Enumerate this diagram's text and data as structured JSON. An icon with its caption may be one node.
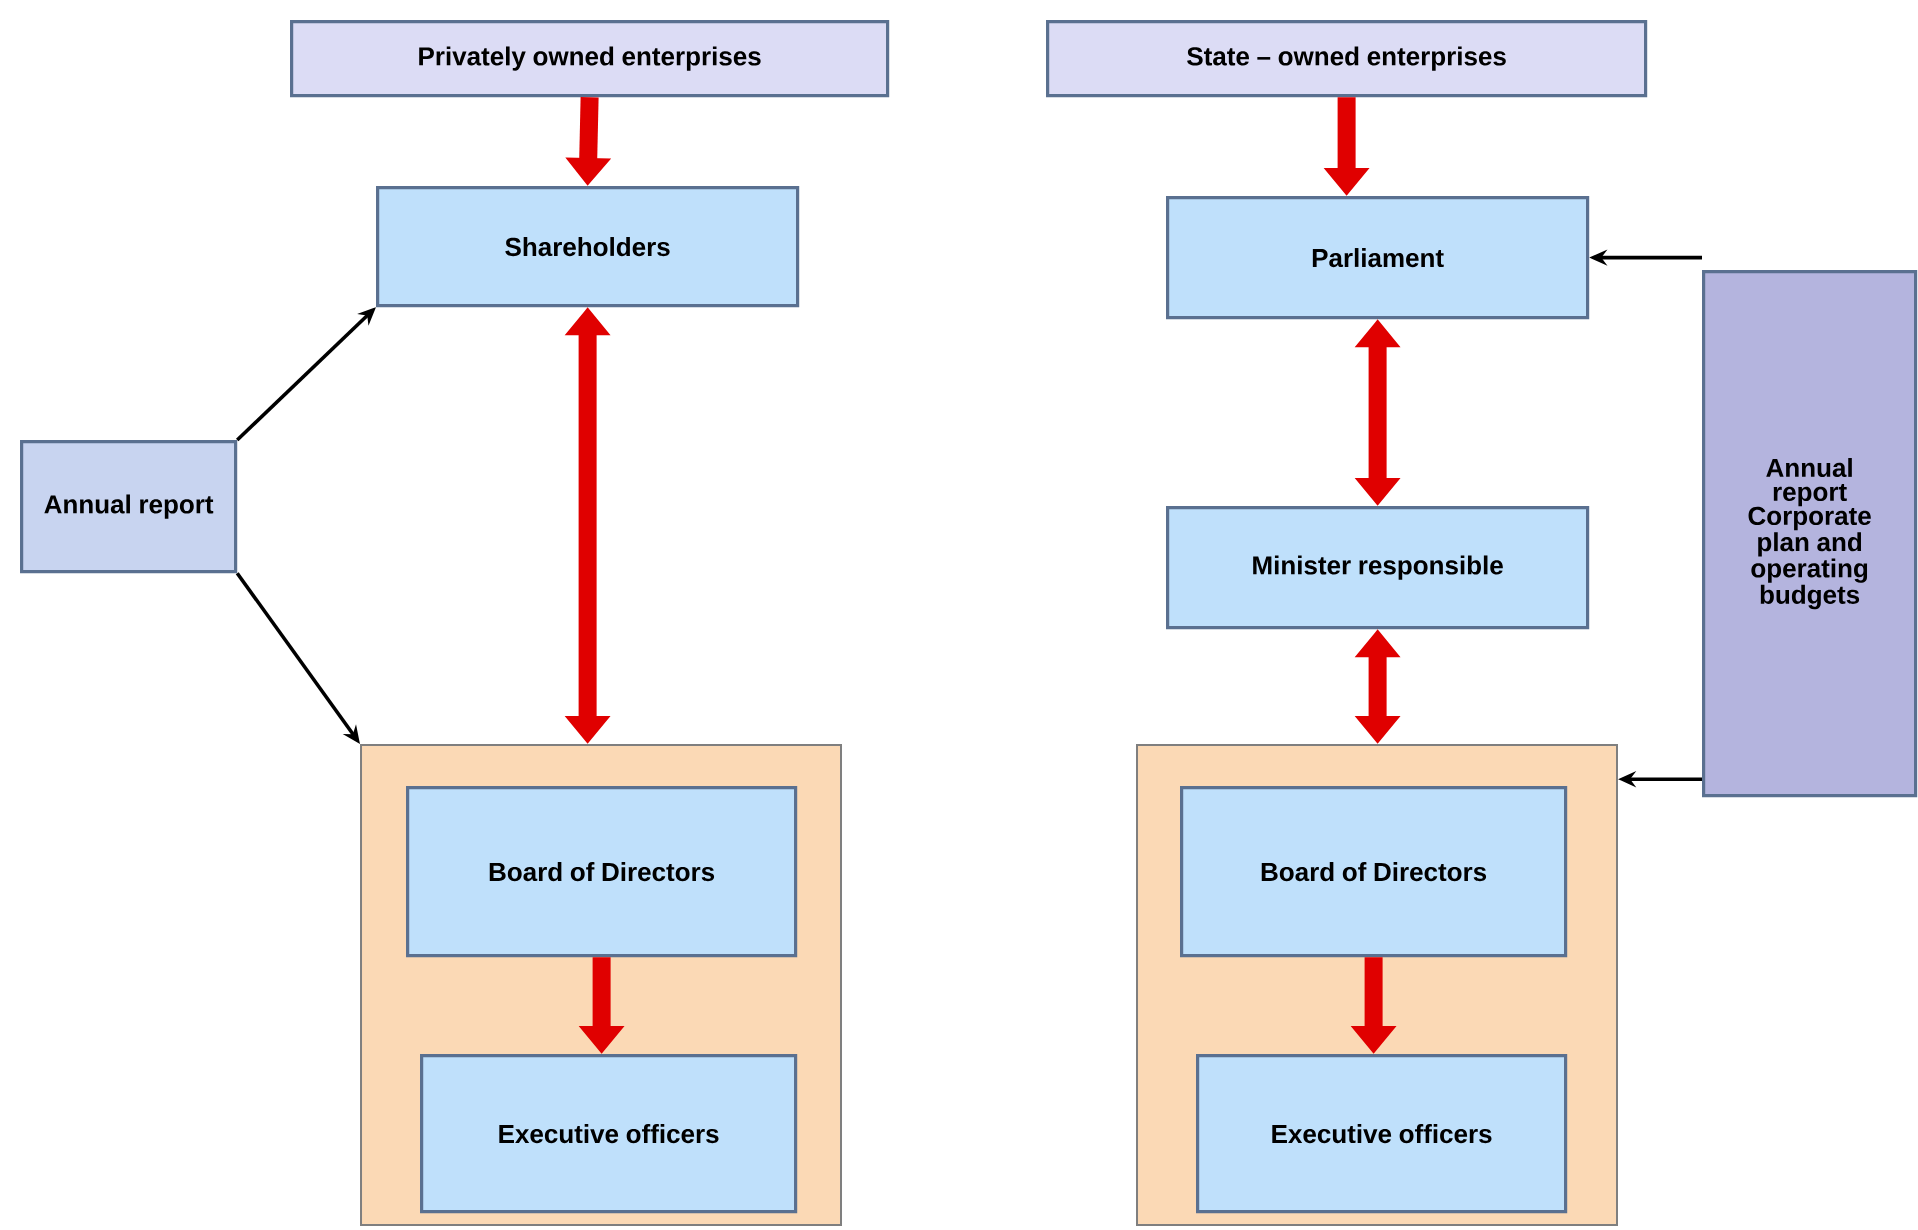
{
  "diagram": {
    "nodes": [
      {
        "text": [
          "Privately owned enterprises"
        ]
      },
      {
        "text": [
          "Shareholders"
        ]
      },
      {
        "text": [
          "Annual report"
        ]
      },
      {
        "text": [],
        "shape": "box"
      },
      {
        "text": [
          "Board of Directors"
        ],
        "in": 3
      },
      {
        "text": [
          "Executive officers"
        ],
        "in": 3
      },
      {
        "text": [
          "State – owned enterprises"
        ]
      },
      {
        "text": [
          "Parliament"
        ]
      },
      {
        "text": [
          "Minister responsible"
        ]
      },
      {
        "text": [
          "Annual report Corporate plan and operating budgets"
        ]
      },
      {
        "text": [],
        "shape": "box"
      },
      {
        "text": [
          "Board of Directors"
        ],
        "in": 10
      },
      {
        "text": [
          "Executive officers"
        ],
        "in": 10
      }
    ],
    "edges": [
      {
        "from": 0,
        "to": 1,
        "arrow": "to"
      },
      {
        "from": 1,
        "to": 3,
        "arrow": "both"
      },
      {
        "from": 2,
        "to": 1,
        "arrow": "to",
        "color": "#000000"
      },
      {
        "from": 2,
        "to": 3,
        "arrow": "to",
        "color": "#000000"
      },
      {
        "from": 4,
        "to": 5,
        "arrow": "to"
      },
      {
        "from": 6,
        "to": 7,
        "arrow": "to"
      },
      {
        "from": 7,
        "to": 8,
        "arrow": "both"
      },
      {
        "from": 8,
        "to": 10,
        "arrow": "both"
      },
      {
        "from": 9,
        "to": 7,
        "arrow": "to",
        "color": "#000000"
      },
      {
        "from": 9,
        "to": 10,
        "arrow": "to",
        "color": "#000000"
      },
      {
        "from": 11,
        "to": 12,
        "arrow": "to"
      }
    ]
  }
}
